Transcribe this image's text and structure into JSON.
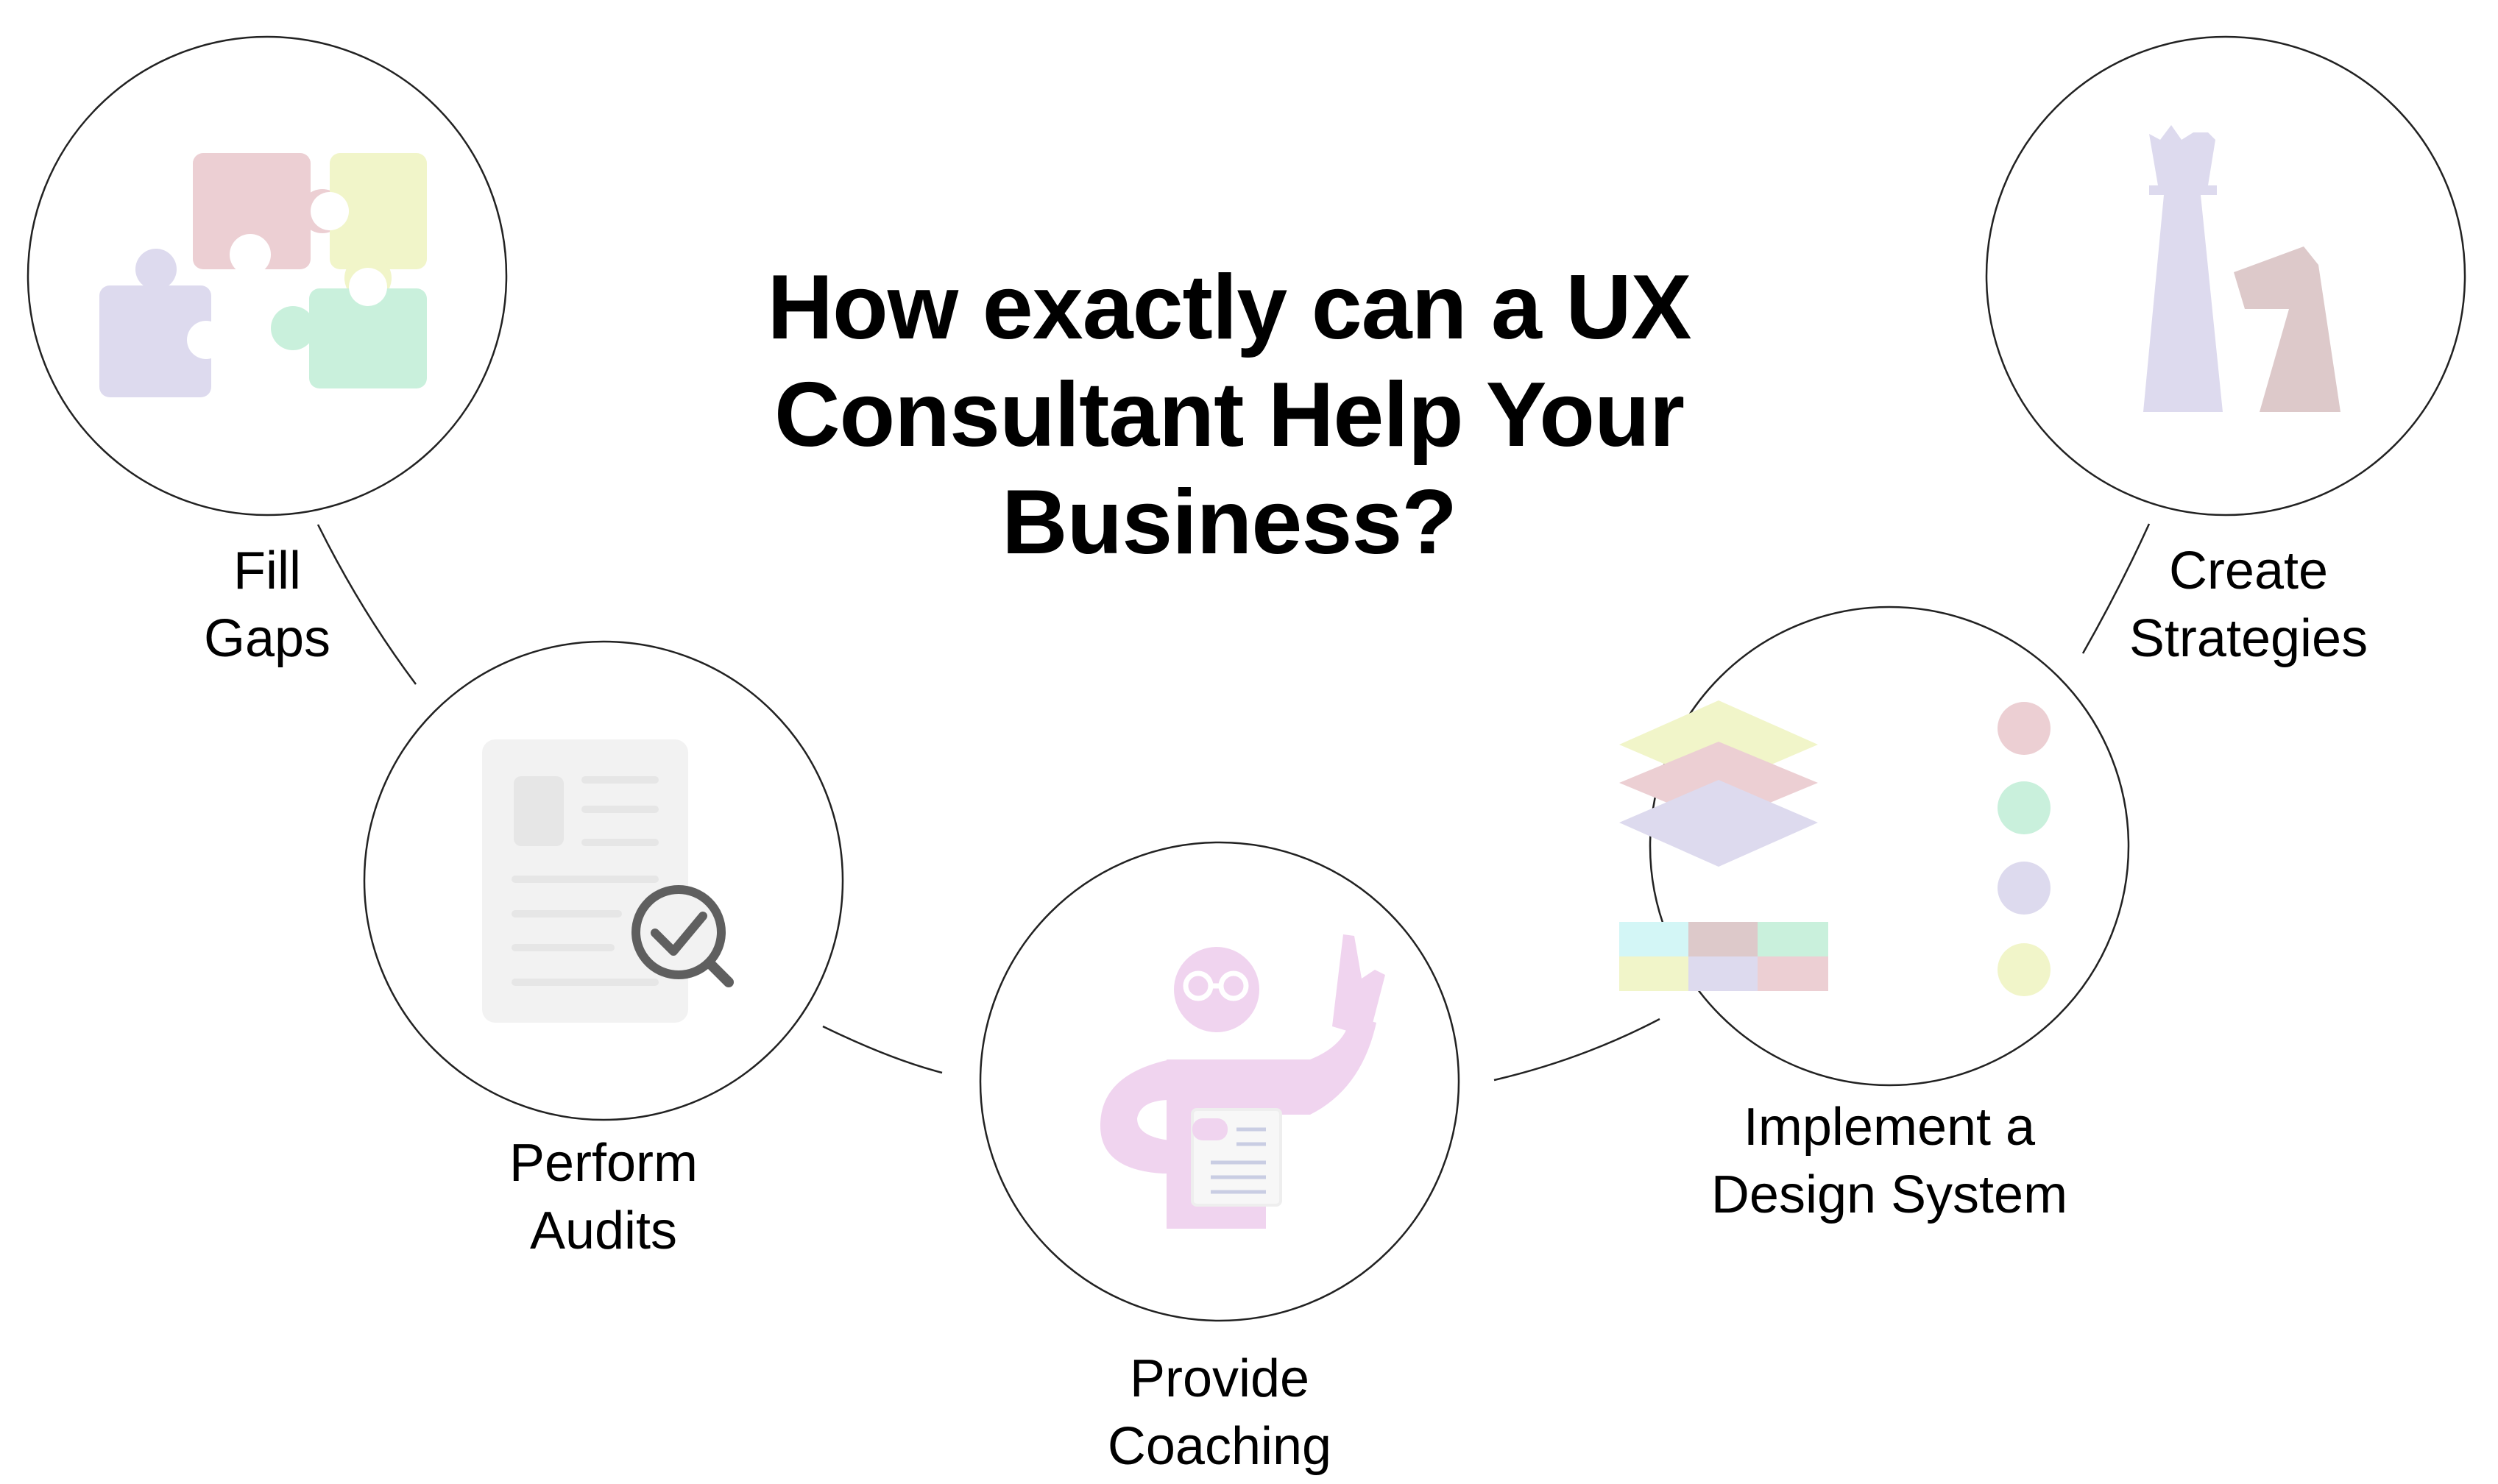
{
  "title": {
    "line1": "How exactly can a UX",
    "line2": "Consultant Help Your",
    "line3": "Business?"
  },
  "nodes": [
    {
      "id": "fill-gaps",
      "icon": "puzzle-icon",
      "lines": [
        "Fill",
        "Gaps"
      ]
    },
    {
      "id": "perform-audits",
      "icon": "audit-document-icon",
      "lines": [
        "Perform",
        "Audits"
      ]
    },
    {
      "id": "provide-coaching",
      "icon": "coach-person-icon",
      "lines": [
        "Provide",
        "Coaching"
      ]
    },
    {
      "id": "implement-design-system",
      "icon": "design-system-icon",
      "lines": [
        "Implement a",
        "Design System"
      ]
    },
    {
      "id": "create-strategies",
      "icon": "chess-pieces-icon",
      "lines": [
        "Create",
        "Strategies"
      ]
    }
  ],
  "colors": {
    "pink": "#eccfd3",
    "yellow": "#f1f5c9",
    "lavender": "#dddaee",
    "mint": "#c9f0dc",
    "magenta_light": "#f0d4ef",
    "gray_light": "#f2f2f2",
    "gray_dark": "#5f5f5f",
    "cyan": "#d3f6f6",
    "rose": "#ddc9ca",
    "line": "#222222"
  }
}
